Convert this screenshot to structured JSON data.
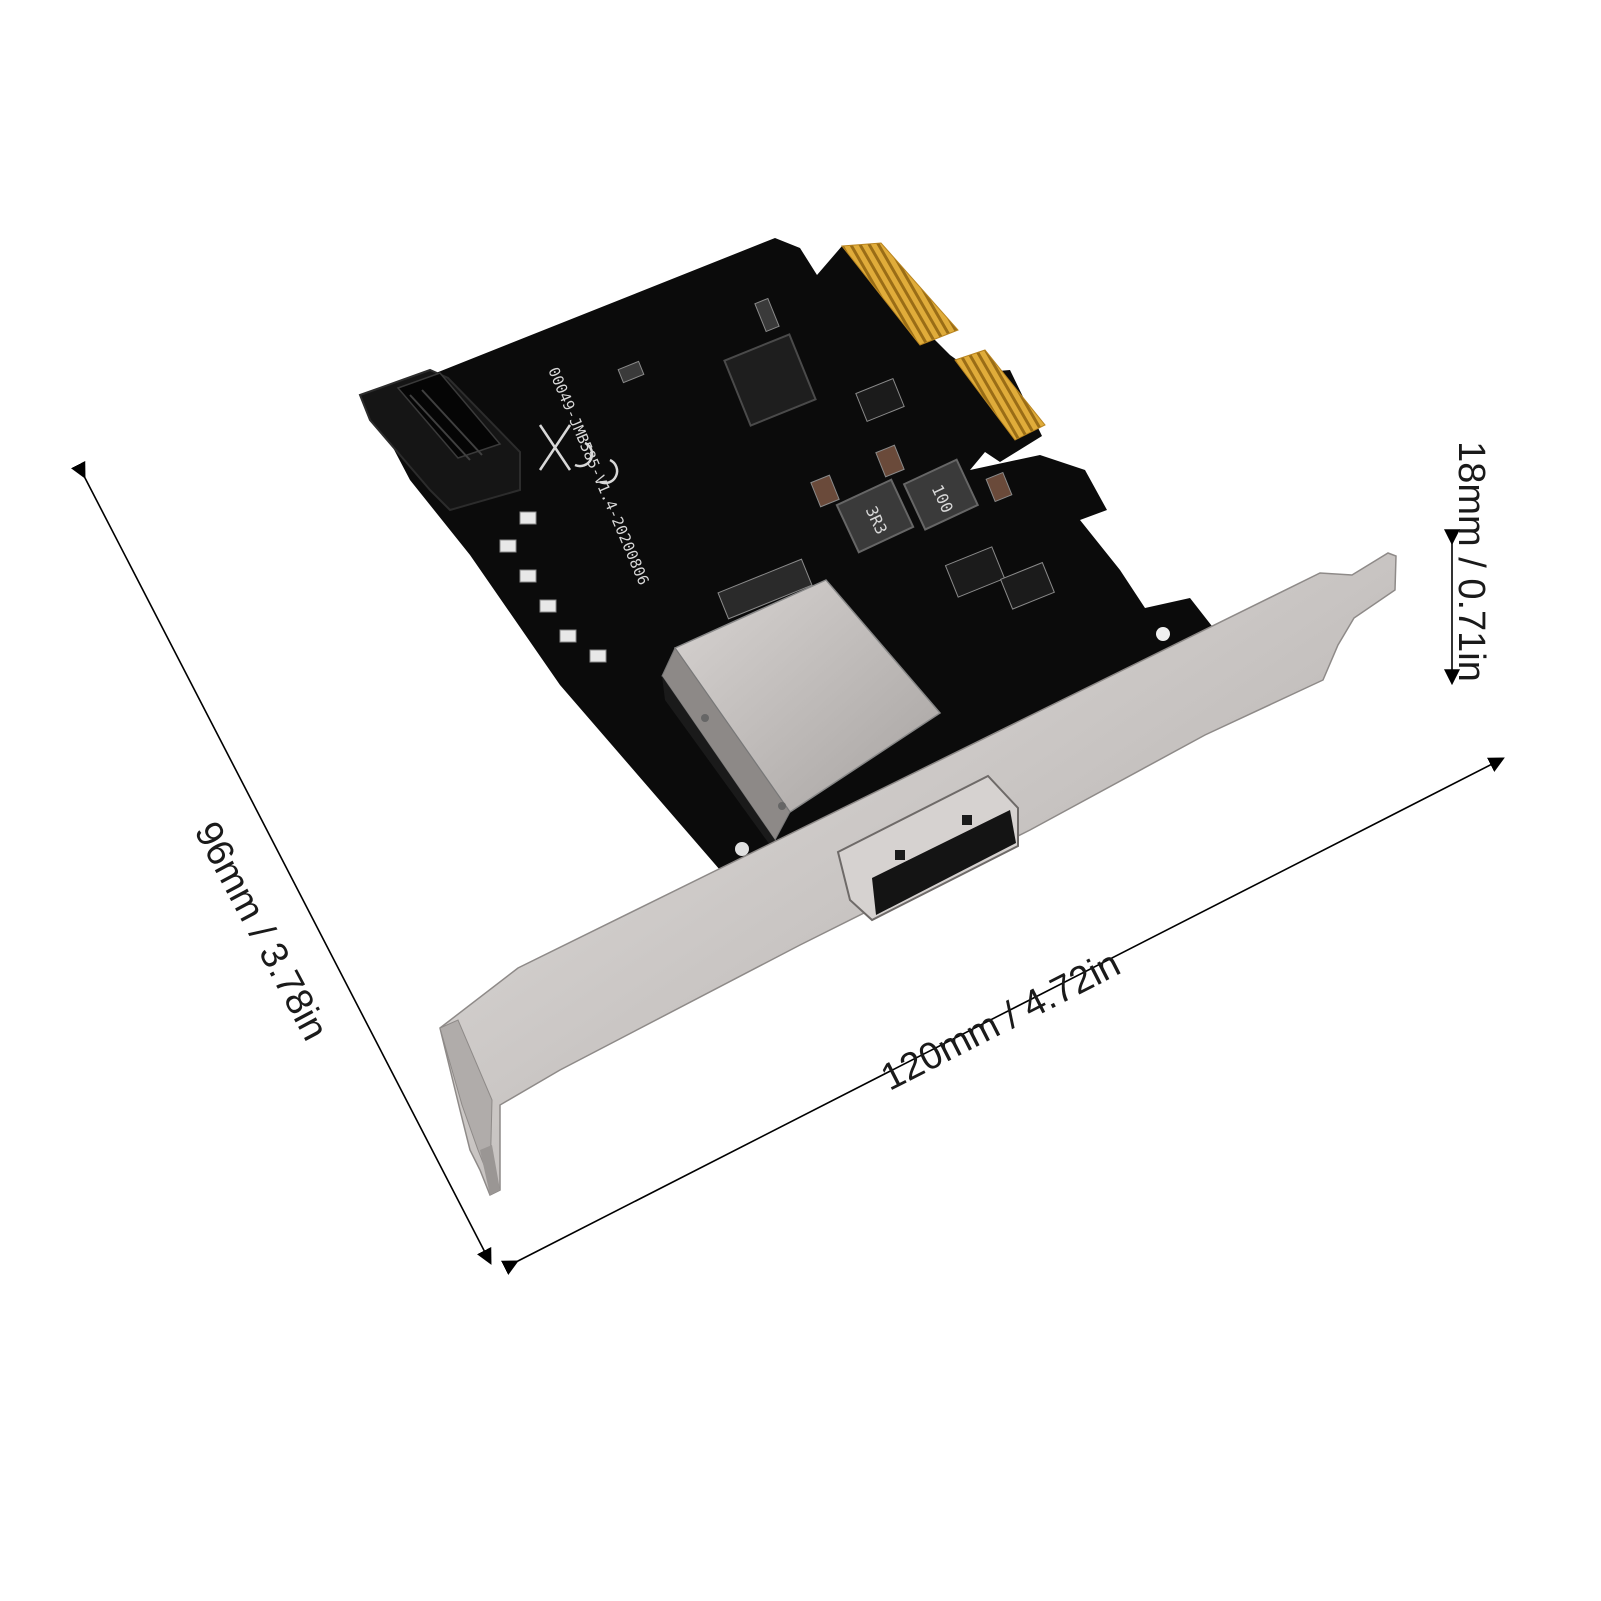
{
  "dimensions": {
    "length": "120mm / 4.72in",
    "depth": "96mm / 3.78in",
    "height": "18mm / 0.71in"
  },
  "board": {
    "silkscreen_model": "00049-JMB585-V1.4-20200806",
    "inductor_left": "3R3",
    "inductor_right": "100"
  },
  "colors": {
    "pcb": "#0b0b0b",
    "gold_fingers": "#d9a437",
    "bracket": "#c9c6c4",
    "dimension_lines": "#000000"
  }
}
